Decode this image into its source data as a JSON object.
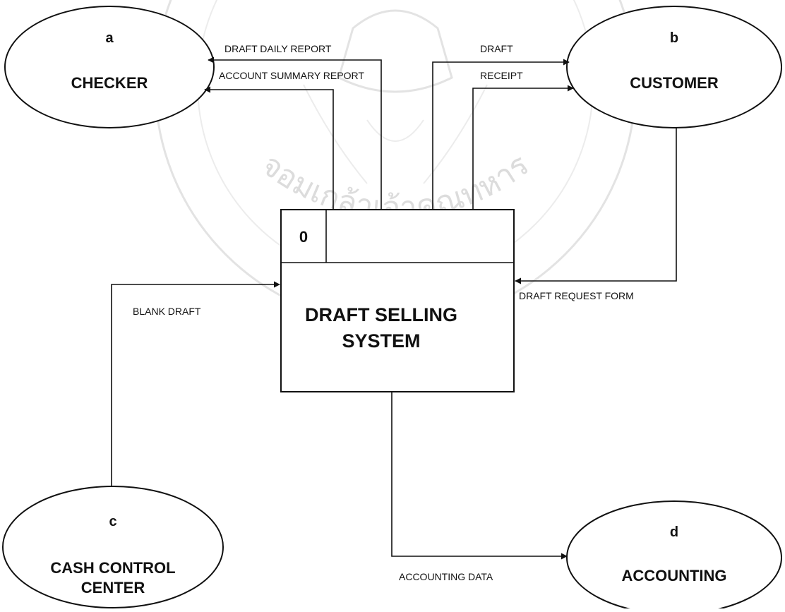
{
  "process": {
    "id": "0",
    "title_line1": "DRAFT SELLING",
    "title_line2": "SYSTEM"
  },
  "entities": {
    "checker": {
      "letter": "a",
      "name": "CHECKER"
    },
    "customer": {
      "letter": "b",
      "name": "CUSTOMER"
    },
    "cash_control": {
      "letter": "c",
      "name_line1": "CASH CONTROL",
      "name_line2": "CENTER"
    },
    "accounting": {
      "letter": "d",
      "name": "ACCOUNTING"
    }
  },
  "flows": {
    "draft_daily_report": "DRAFT DAILY REPORT",
    "account_summary_report": "ACCOUNT SUMMARY REPORT",
    "draft": "DRAFT",
    "receipt": "RECEIPT",
    "draft_request_form": "DRAFT REQUEST FORM",
    "blank_draft": "BLANK DRAFT",
    "accounting_data": "ACCOUNTING DATA"
  },
  "watermark": {
    "text": "จอมเกล้าเจ้าคุณทหาร"
  },
  "colors": {
    "ink": "#111111",
    "watermark": "#e3e3e3"
  }
}
